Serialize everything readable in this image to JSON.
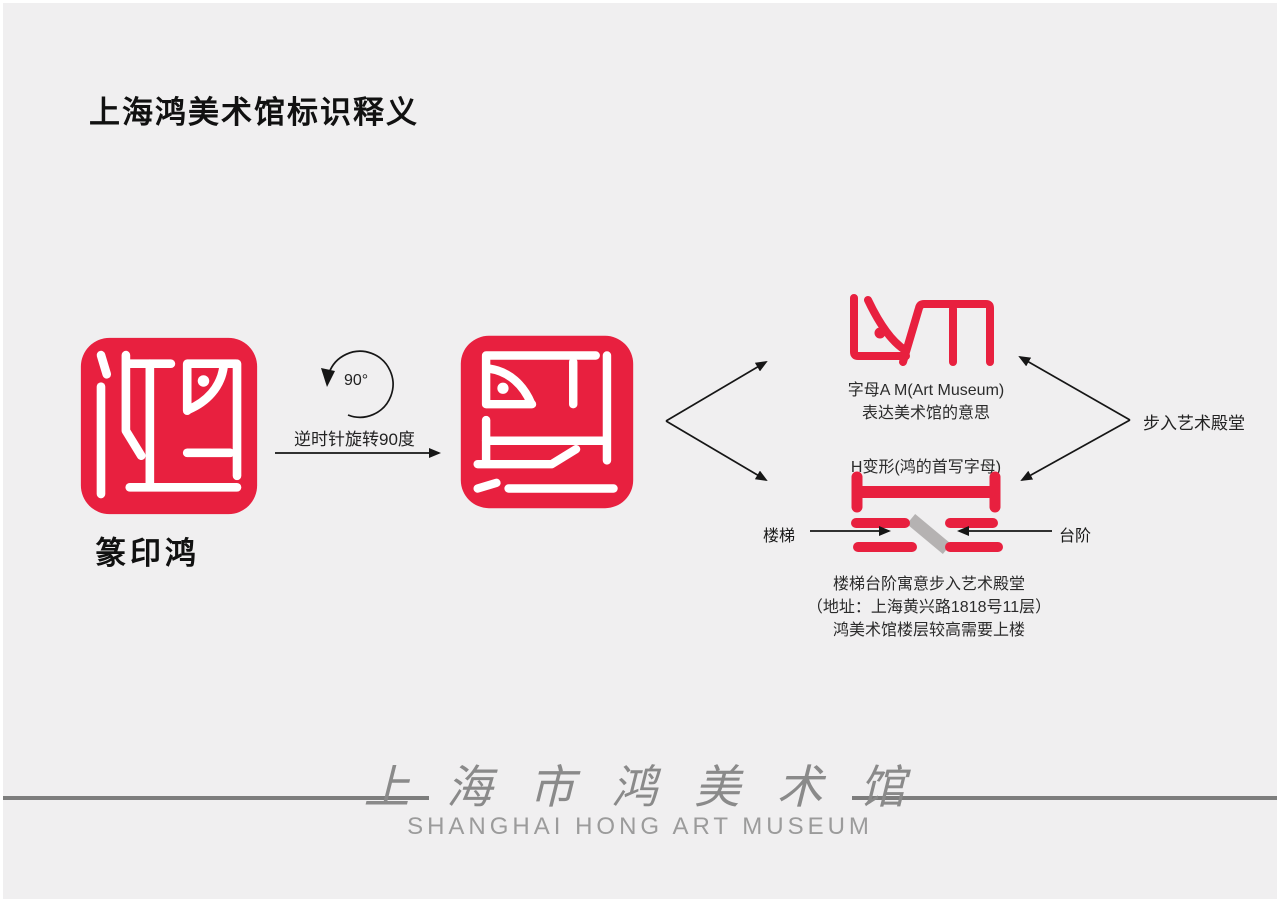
{
  "page": {
    "title": "上海鸿美术馆标识释义"
  },
  "seal": {
    "label": "篆印鸿",
    "color": "#e8203f",
    "glyph_meaning": "seal-script character Hong (鸿)"
  },
  "rotation": {
    "degree_label": "90°",
    "caption": "逆时针旋转90度"
  },
  "am_section": {
    "caption_line1": "字母A M(Art Museum)",
    "caption_line2": "表达美术馆的意思"
  },
  "h_section": {
    "caption": "H变形(鸿的首写字母)",
    "left_label": "楼梯",
    "right_label": "台阶",
    "description_lines": [
      "楼梯台阶寓意步入艺术殿堂",
      "（地址：上海黄兴路1818号11层）",
      "鸿美术馆楼层较高需要上楼"
    ]
  },
  "right_note": "步入艺术殿堂",
  "footer": {
    "cn_name": "上 海 市 鸿 美 术 馆",
    "en_name": "SHANGHAI HONG ART MUSEUM"
  },
  "colors": {
    "seal_red": "#e8203f",
    "step_gray": "#b5b2b2",
    "background": "#f0eff0",
    "footer_gray": "#8a8a8a",
    "arrow_black": "#161616"
  }
}
